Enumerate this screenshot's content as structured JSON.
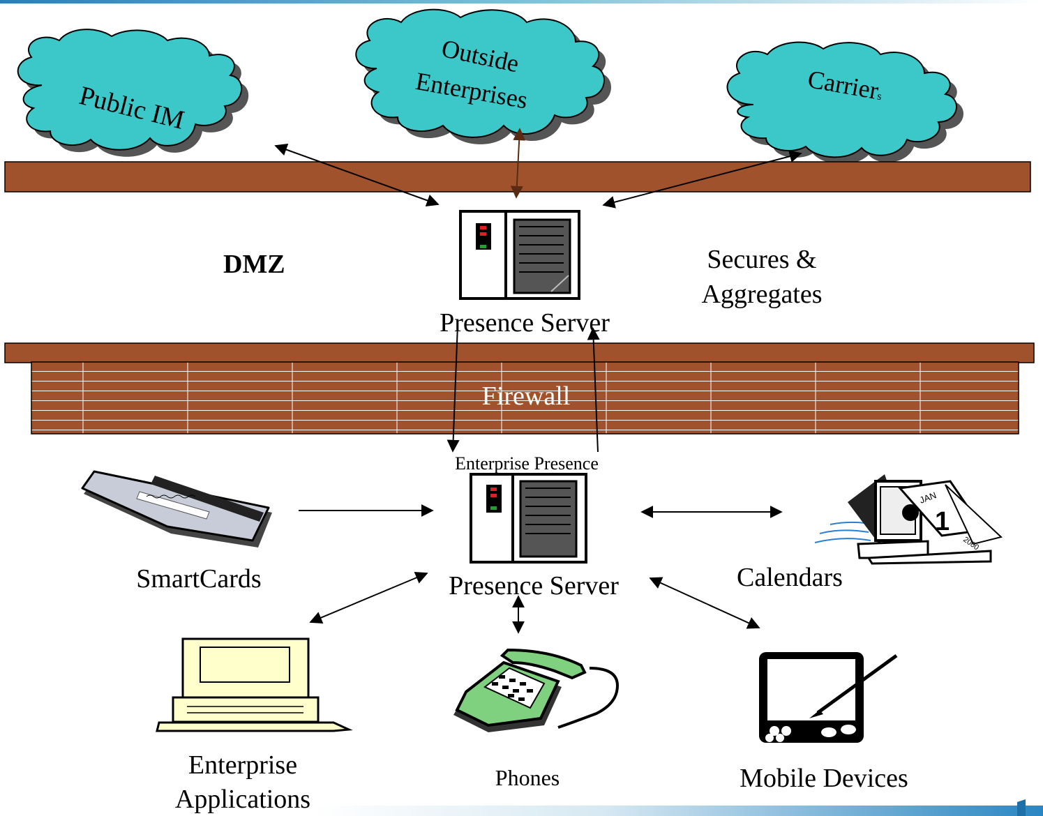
{
  "clouds": {
    "public_im": "Public IM",
    "outside_line1": "Outside",
    "outside_line2": "Enterprises",
    "carriers": "Carrier",
    "carriers_sub": "s"
  },
  "dmz": {
    "label": "DMZ",
    "secures_line1": "Secures &",
    "secures_line2": "Aggregates",
    "server_label": "Presence Server"
  },
  "firewall": {
    "label": "Firewall"
  },
  "enterprise": {
    "title": "Enterprise Presence",
    "server_label": "Presence Server"
  },
  "endpoints": {
    "smartcards": "SmartCards",
    "calendars": "Calendars",
    "apps_line1": "Enterprise",
    "apps_line2": "Applications",
    "phones": "Phones",
    "mobile": "Mobile Devices"
  },
  "calendar_art": {
    "month": "JAN",
    "day": "1",
    "year": "2000"
  },
  "colors": {
    "cloud": "#3cc8c8",
    "brick": "#a0522d",
    "accent": "#3a8fc2"
  }
}
